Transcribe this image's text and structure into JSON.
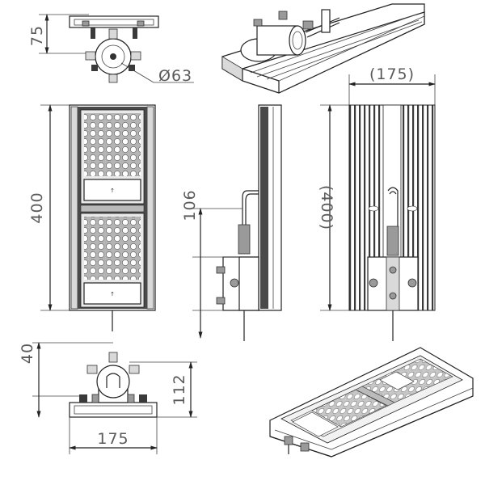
{
  "dimensions": {
    "top_height": "75",
    "top_diameter": "Ø63",
    "front_height": "400",
    "side_height": "106",
    "back_width": "(175)",
    "back_height": "(400)",
    "bottom_height_small": "40",
    "bottom_height_large": "112",
    "bottom_width": "175"
  }
}
